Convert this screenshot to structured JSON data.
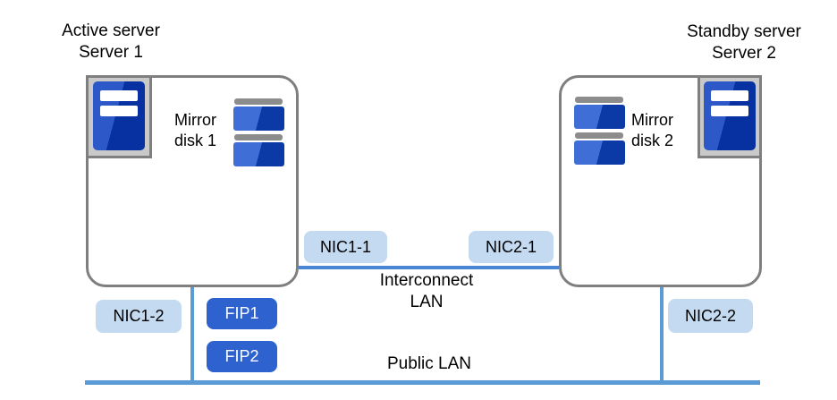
{
  "diagram": {
    "server1": {
      "role": "Active server",
      "name": "Server 1",
      "mirror_disk_label": "Mirror disk 1"
    },
    "server2": {
      "role": "Standby server",
      "name": "Server 2",
      "mirror_disk_label": "Mirror disk 2"
    },
    "nics": {
      "nic1_1": "NIC1-1",
      "nic2_1": "NIC2-1",
      "nic1_2": "NIC1-2",
      "nic2_2": "NIC2-2"
    },
    "fips": {
      "fip1": "FIP1",
      "fip2": "FIP2"
    },
    "networks": {
      "interconnect": "Interconnect LAN",
      "public": "Public LAN"
    },
    "colors": {
      "line_blue": "#5B9BD5",
      "interconnect_blue": "#4A86D8",
      "nic_fill": "#C3DAF1",
      "fip_fill": "#2E62CE",
      "box_border": "#7F7F7F",
      "icon_frame_gray": "#C9C9C9",
      "disk_light_blue": "#3E6ED6",
      "disk_dark_blue": "#0B3AA6",
      "disk_cap_gray": "#8C8C8C"
    }
  }
}
